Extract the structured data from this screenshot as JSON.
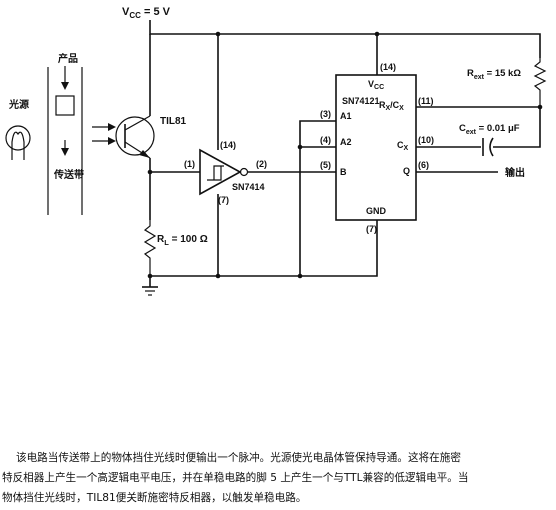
{
  "diagram": {
    "supply": {
      "label_main": "V",
      "label_sub": "CC",
      "label_value": " = 5 V"
    },
    "light_source_label": "光源",
    "product_label": "产品",
    "conveyor_label": "传送带",
    "phototransistor_label": "TIL81",
    "load_resistor": {
      "label_main": "R",
      "label_sub": "L",
      "label_value": " = 100 Ω"
    },
    "schmitt_trigger": {
      "part": "SN7414",
      "pin_in": "(1)",
      "pin_out": "(2)",
      "pin_vcc": "(14)",
      "pin_gnd": "(7)"
    },
    "monostable": {
      "part": "SN74121",
      "vcc_main": "V",
      "vcc_sub": "CC",
      "gnd": "GND",
      "pin_a1_name": "A1",
      "pin_a2_name": "A2",
      "pin_b_name": "B",
      "pin_rxcx_name_main": "R",
      "pin_rxcx_name_sub": "X",
      "pin_rxcx_name_mid": "/C",
      "pin_rxcx_name_sub2": "X",
      "pin_cx_name_main": "C",
      "pin_cx_name_sub": "X",
      "pin_q_name": "Q",
      "pin_a1": "(3)",
      "pin_a2": "(4)",
      "pin_b": "(5)",
      "pin_vcc": "(14)",
      "pin_gnd": "(7)",
      "pin_rxcx": "(11)",
      "pin_cx": "(10)",
      "pin_q": "(6)"
    },
    "r_ext": {
      "label_main": "R",
      "label_sub": "ext",
      "label_value": " = 15 kΩ"
    },
    "c_ext": {
      "label_main": "C",
      "label_sub": "ext",
      "label_value": " = 0.01 μF"
    },
    "output_label": "输出"
  },
  "caption": {
    "line1": "该电路当传送带上的物体挡住光线时便输出一个脉冲。光源使光电晶体管保持导通。这将在施密",
    "line2": "特反相器上产生一个高逻辑电平电压，并在单稳电路的脚 5 上产生一个与TTL兼容的低逻辑电平。当",
    "line3": "物体挡住光线时，TIL81便关断施密特反相器，以触发单稳电路。"
  }
}
